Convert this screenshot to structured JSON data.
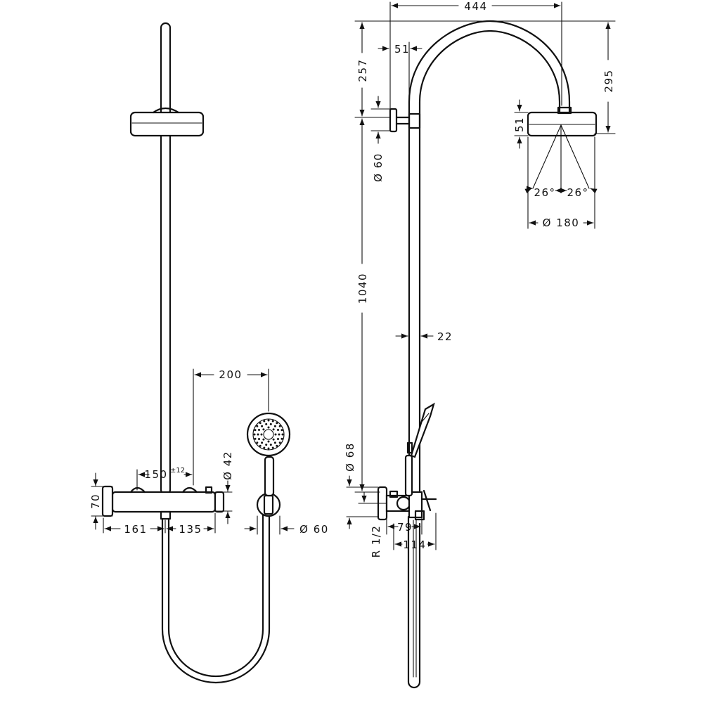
{
  "front_view": {
    "dimensions": {
      "handshower_offset": "200",
      "mixer_centers": "150",
      "mixer_tolerance": "±12",
      "mixer_height": "70",
      "handshower_dia": "Ø 42",
      "left_projection": "161",
      "right_projection": "135",
      "holder_dia": "Ø 60"
    }
  },
  "side_view": {
    "dimensions": {
      "arm_reach": "444",
      "arm_height": "295",
      "column_gap": "51",
      "top_to_holder": "257",
      "holder_dia": "Ø 60",
      "head_thickness": "51",
      "spray_angle_left": "26°",
      "spray_angle_right": "26°",
      "head_dia": "Ø 180",
      "riser_length": "1040",
      "riser_dia": "22",
      "mixer_dia": "Ø 68",
      "connection": "R 1/2",
      "mixer_depth": "79",
      "mixer_total_depth": "114"
    }
  }
}
